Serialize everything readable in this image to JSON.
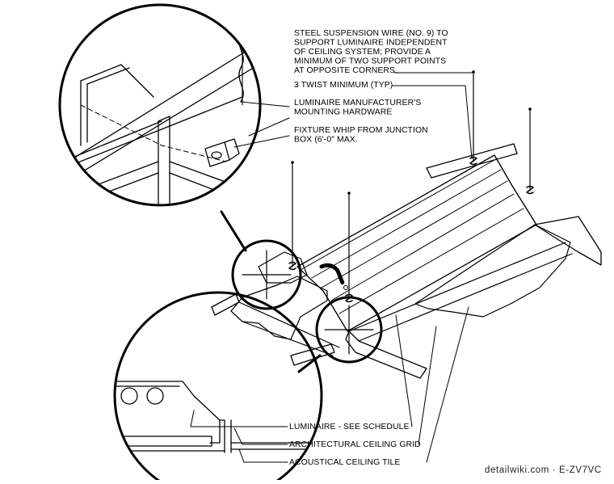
{
  "annotations": {
    "suspension_wire": [
      "STEEL SUSPENSION WIRE (NO. 9) TO",
      "SUPPORT LUMINAIRE INDEPENDENT",
      "OF CEILING SYSTEM; PROVIDE A",
      "MINIMUM OF TWO SUPPORT POINTS",
      "AT OPPOSITE CORNERS."
    ],
    "twist_minimum": [
      "3 TWIST MINIMUM (TYP)"
    ],
    "mounting_hardware": [
      "LUMINAIRE MANUFACTURER'S",
      "MOUNTING HARDWARE"
    ],
    "fixture_whip": [
      "FIXTURE WHIP FROM JUNCTION",
      "BOX (6'-0\" MAX."
    ],
    "luminaire": "LUMINAIRE - SEE SCHEDULE",
    "ceiling_grid": "ARCHITECTURAL CEILING GRID",
    "ceiling_tile": "ACOUSTICAL CEILING TILE"
  },
  "watermark": "detailwiki.com · E-ZV7VC"
}
